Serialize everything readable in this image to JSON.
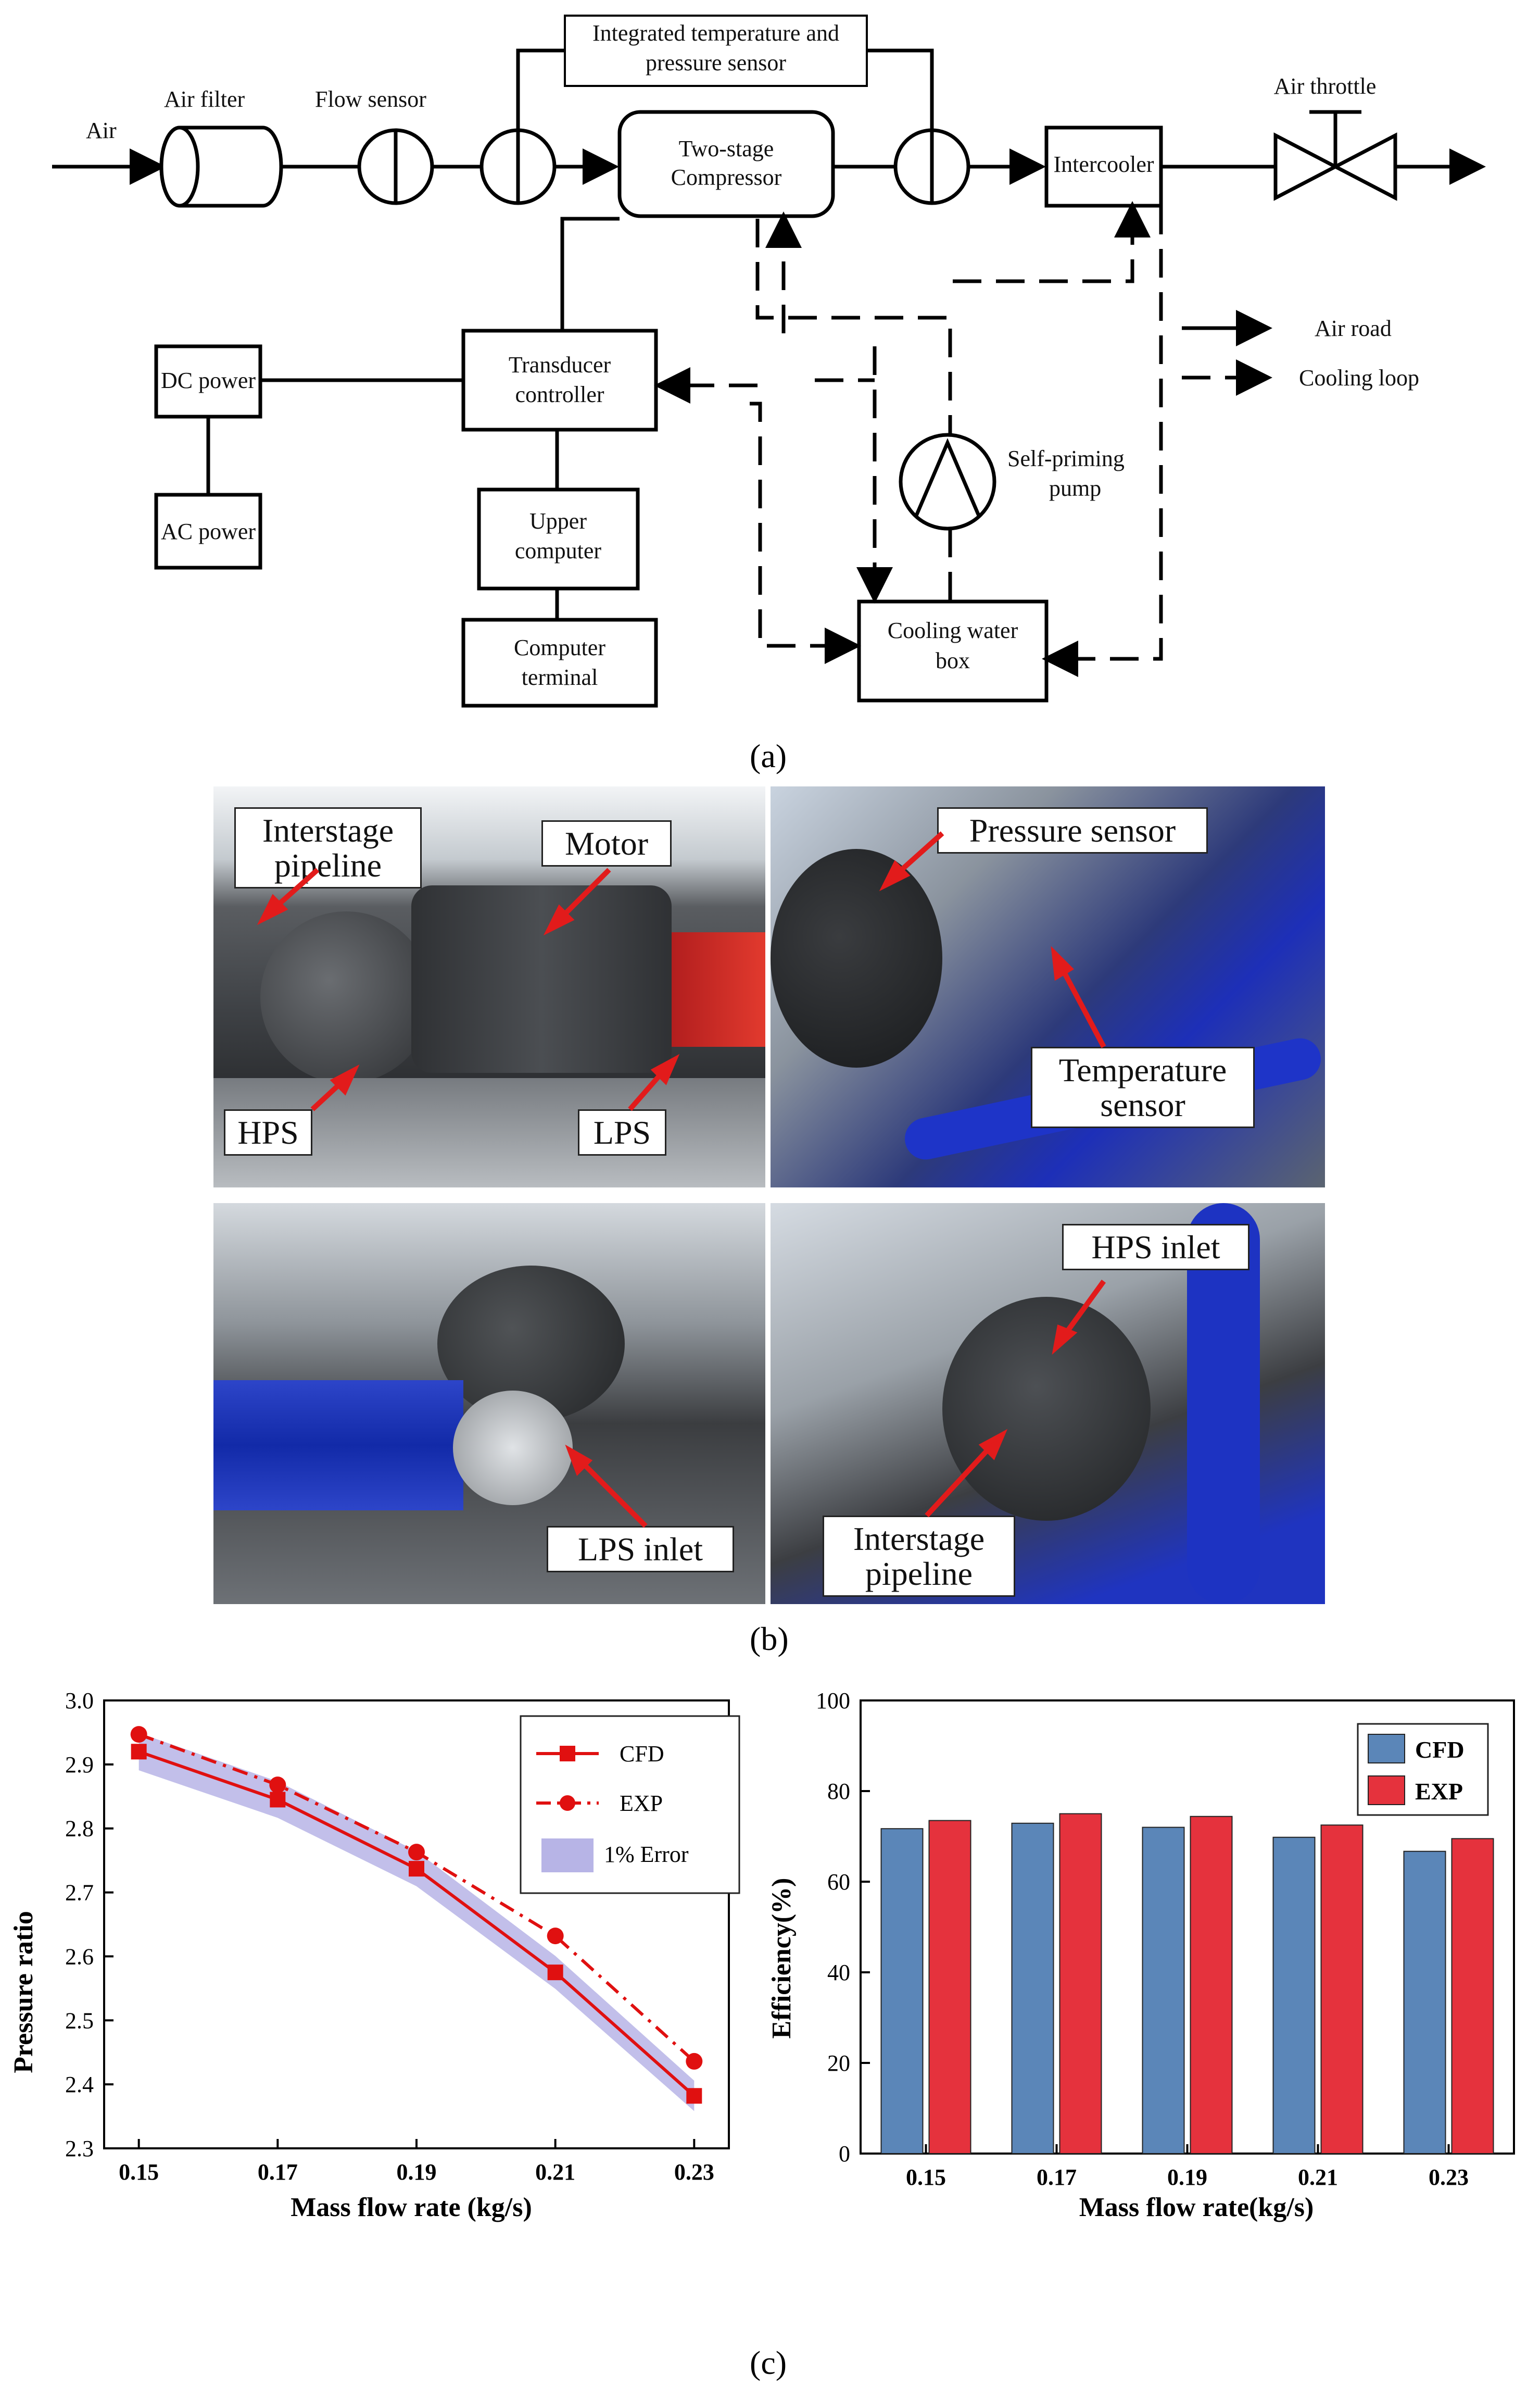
{
  "figure": {
    "panel_a_label": "(a)",
    "panel_b_label": "(b)",
    "panel_c_label": "(c)"
  },
  "diagram": {
    "air": "Air",
    "air_filter": "Air filter",
    "flow_sensor": "Flow sensor",
    "integrated_sensor_line1": "Integrated temperature and",
    "integrated_sensor_line2": "pressure sensor",
    "compressor_line1": "Two-stage",
    "compressor_line2": "Compressor",
    "intercooler": "Intercooler",
    "air_throttle": "Air throttle",
    "air_road": "Air road",
    "cooling_loop": "Cooling loop",
    "dc_power": "DC power",
    "ac_power": "AC power",
    "transducer_line1": "Transducer",
    "transducer_line2": "controller",
    "upper_line1": "Upper",
    "upper_line2": "computer",
    "terminal_line1": "Computer",
    "terminal_line2": "terminal",
    "pump_line1": "Self-priming",
    "pump_line2": "pump",
    "box_line1": "Cooling water",
    "box_line2": "box"
  },
  "photos": {
    "p1": {
      "interstage": "Interstage pipeline",
      "motor": "Motor",
      "hps": "HPS",
      "lps": "LPS"
    },
    "p2": {
      "pressure": "Pressure sensor",
      "temperature": "Temperature sensor"
    },
    "p3": {
      "lps_inlet": "LPS inlet"
    },
    "p4": {
      "hps_inlet": "HPS inlet",
      "interstage": "Interstage pipeline"
    }
  },
  "chart_data": [
    {
      "type": "line",
      "x": [
        0.15,
        0.17,
        0.19,
        0.21,
        0.23
      ],
      "xlabel": "Mass flow rate (kg/s)",
      "ylabel": "Pressure ratio",
      "xlim": [
        0.145,
        0.235
      ],
      "ylim": [
        2.3,
        3.0
      ],
      "xticks": [
        "0.15",
        "0.17",
        "0.19",
        "0.21",
        "0.23"
      ],
      "yticks": [
        "2.3",
        "2.4",
        "2.5",
        "2.6",
        "2.7",
        "2.8",
        "2.9",
        "3.0"
      ],
      "series": [
        {
          "name": "CFD",
          "values": [
            2.92,
            2.845,
            2.737,
            2.575,
            2.382
          ],
          "color": "#e01010",
          "marker": "square",
          "dash": "solid"
        },
        {
          "name": "EXP",
          "values": [
            2.947,
            2.868,
            2.763,
            2.632,
            2.436
          ],
          "color": "#e01010",
          "marker": "circle",
          "dash": "dashdot"
        }
      ],
      "band": {
        "name": "1% Error",
        "color": "#b7b4e6"
      },
      "legend": "top-right"
    },
    {
      "type": "bar",
      "categories": [
        "0.15",
        "0.17",
        "0.19",
        "0.21",
        "0.23"
      ],
      "xlabel": "Mass flow rate(kg/s)",
      "ylabel": "Efficiency(%)",
      "ylim": [
        0,
        100
      ],
      "yticks": [
        "0",
        "20",
        "40",
        "60",
        "80",
        "100"
      ],
      "series": [
        {
          "name": "CFD",
          "values": [
            71.7,
            72.9,
            72.0,
            69.8,
            66.7
          ],
          "color": "#5b86b8"
        },
        {
          "name": "EXP",
          "values": [
            73.5,
            75.0,
            74.4,
            72.5,
            69.5
          ],
          "color": "#e5323d"
        }
      ],
      "legend": "top-right"
    }
  ]
}
